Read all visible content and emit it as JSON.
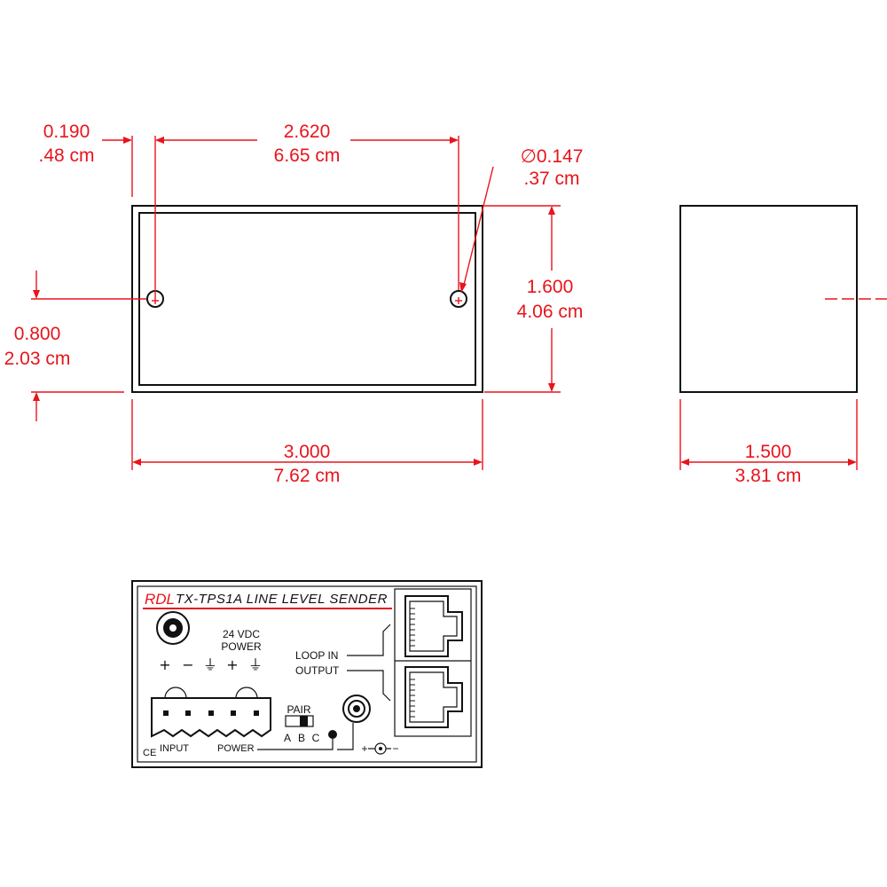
{
  "colors": {
    "dimension": "#e8141c",
    "outline": "#111111"
  },
  "top_view": {
    "hole_offset": {
      "inch": "0.190",
      "cm": ".48 cm"
    },
    "hole_spacing": {
      "inch": "2.620",
      "cm": "6.65 cm"
    },
    "hole_diameter": {
      "inch": "∅0.147",
      "cm": ".37 cm"
    },
    "height": {
      "inch": "1.600",
      "cm": "4.06 cm"
    },
    "hole_height": {
      "inch": "0.800",
      "cm": "2.03 cm"
    },
    "width": {
      "inch": "3.000",
      "cm": "7.62 cm"
    }
  },
  "side_view": {
    "depth": {
      "inch": "1.500",
      "cm": "3.81 cm"
    }
  },
  "front_panel": {
    "brand": "RDL",
    "model_title": "TX-TPS1A  LINE  LEVEL  SENDER",
    "power_spec_line1": "24 VDC",
    "power_spec_line2": "POWER",
    "terminal_signs": [
      "+",
      "−",
      "⏚",
      "+",
      "⏚"
    ],
    "loop_in_label": "LOOP IN",
    "output_label": "OUTPUT",
    "pair_label": "PAIR",
    "pair_options": [
      "A",
      "B",
      "C"
    ],
    "input_label": "INPUT",
    "power_label": "POWER",
    "ce_mark": "CE",
    "polarity_plus": "+",
    "polarity_minus": "−"
  }
}
